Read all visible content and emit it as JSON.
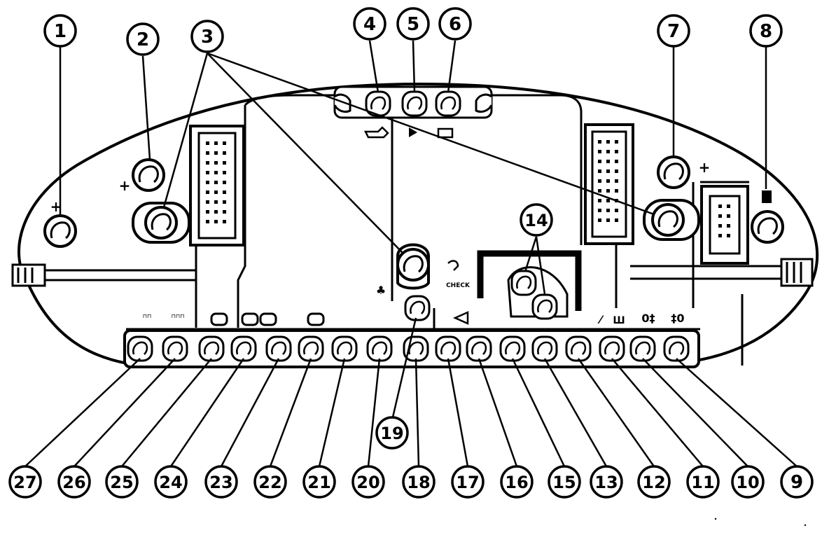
{
  "callouts": [
    "1",
    "2",
    "3",
    "4",
    "5",
    "6",
    "7",
    "8",
    "9",
    "10",
    "11",
    "12",
    "13",
    "14",
    "15",
    "16",
    "17",
    "18",
    "19",
    "20",
    "21",
    "22",
    "23",
    "24",
    "25",
    "26",
    "27"
  ],
  "small_labels": {
    "check": "CHECK"
  },
  "colors": {
    "ink": "#000000",
    "paper": "#ffffff"
  }
}
